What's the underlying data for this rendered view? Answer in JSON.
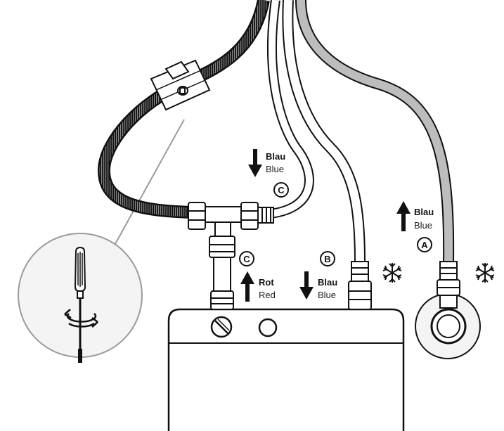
{
  "labels": {
    "blue_top": {
      "de": "Blau",
      "en": "Blue"
    },
    "blue_mid": {
      "de": "Blau",
      "en": "Blue"
    },
    "blue_right": {
      "de": "Blau",
      "en": "Blue"
    },
    "red": {
      "de": "Rot",
      "en": "Red"
    }
  },
  "markers": {
    "a": "A",
    "b": "B",
    "c_top": "C",
    "c_low": "C"
  },
  "colors": {
    "line": "#111111",
    "cold_hose": "#bdbdbd",
    "callout": "#9a9a9a"
  },
  "icons": [
    "snowflake-icon",
    "screwdriver-icon",
    "rotate-arrow-icon",
    "arrow-up-icon",
    "arrow-down-icon"
  ]
}
